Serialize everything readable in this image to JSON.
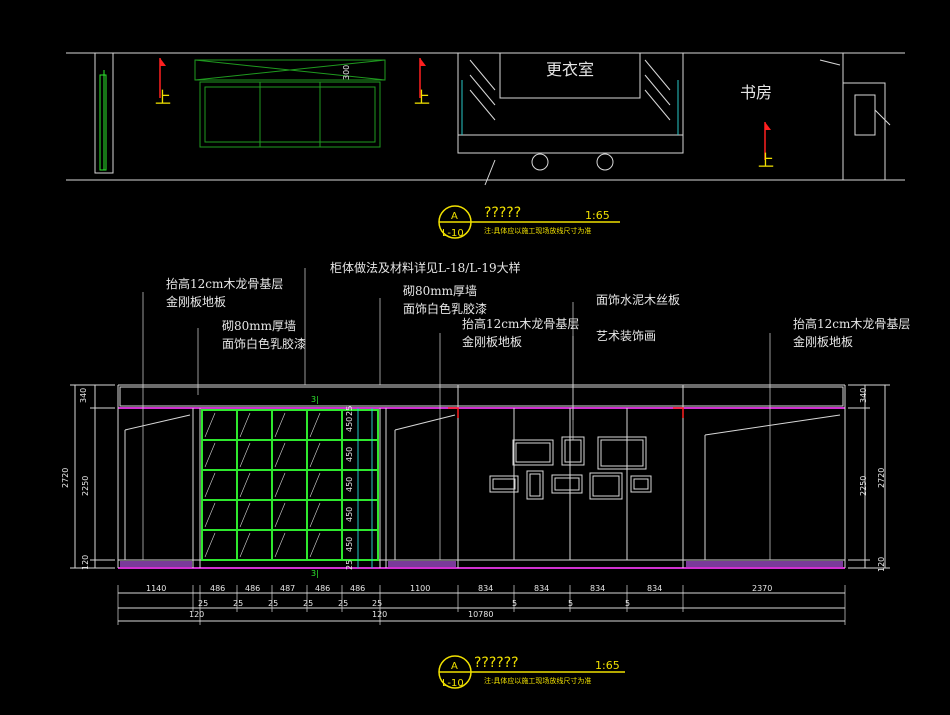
{
  "plan": {
    "room_dressing": "更衣室",
    "room_study": "书房",
    "up_label": "上",
    "dim_300": "300"
  },
  "titles": [
    {
      "letter": "A",
      "sheet": "L-10",
      "name": "?????",
      "scale": "1:65",
      "note": "注:具体应以施工现场放线尺寸为准"
    },
    {
      "letter": "A",
      "sheet": "L-10",
      "name": "??????",
      "scale": "1:65",
      "note": "注:具体应以施工现场放线尺寸为准"
    }
  ],
  "annotations": [
    "柜体做法及材料详见L-18/L-19大样",
    "抬高12cm木龙骨基层",
    "金刚板地板",
    "砌80mm厚墙",
    "面饰白色乳胶漆",
    "砌80mm厚墙",
    "面饰白色乳胶漆",
    "抬高12cm木龙骨基层",
    "金刚板地板",
    "面饰水泥木丝板",
    "艺术装饰画",
    "抬高12cm木龙骨基层",
    "金刚板地板"
  ],
  "dims": {
    "row1": [
      "1140",
      "486",
      "486",
      "487",
      "486",
      "486",
      "1100",
      "834",
      "834",
      "834",
      "834",
      "2370"
    ],
    "row2": [
      "25",
      "25",
      "25",
      "25",
      "25",
      "25",
      "5",
      "5",
      "5"
    ],
    "row3": [
      "120",
      "120",
      "10780"
    ],
    "left_vertical": [
      "340",
      "2720",
      "2250",
      "120"
    ],
    "right_vertical": [
      "340",
      "2720",
      "2250",
      "120"
    ],
    "shelf_vertical": [
      "450",
      "450",
      "450",
      "450",
      "450",
      "25",
      "25"
    ],
    "marker_top": "3|",
    "marker_bottom": "3|"
  }
}
